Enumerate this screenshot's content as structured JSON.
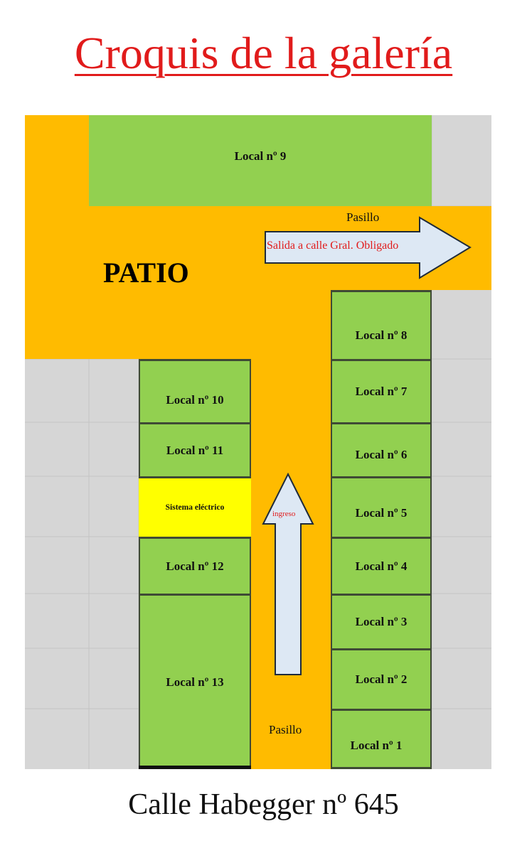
{
  "title": "Croquis de la galería",
  "patio_label": "PATIO",
  "corridor_top_label": "Pasillo",
  "corridor_bottom_label": "Pasillo",
  "exit_arrow_label": "Salida a calle Gral.  Obligado",
  "entrance_arrow_label": "ingreso",
  "street_label": "Calle Habegger nº 645",
  "locales": {
    "l1": "Local nº 1",
    "l2": "Local nº 2",
    "l3": "Local nº 3",
    "l4": "Local nº 4",
    "l5": "Local nº 5",
    "l6": "Local nº 6",
    "l7": "Local nº 7",
    "l8": "Local nº 8",
    "l9": "Local nº 9",
    "l10": "Local nº 10",
    "l11": "Local nº 11",
    "l12": "Local nº 12",
    "l13": "Local nº 13",
    "electrical": "Sistema eléctrico"
  },
  "colors": {
    "title": "#e11b1b",
    "background_area": "#d6d6d6",
    "circulation": "#ffbb00",
    "local": "#92d050",
    "electrical": "#ffff00",
    "arrow_fill": "#dde8f4"
  }
}
